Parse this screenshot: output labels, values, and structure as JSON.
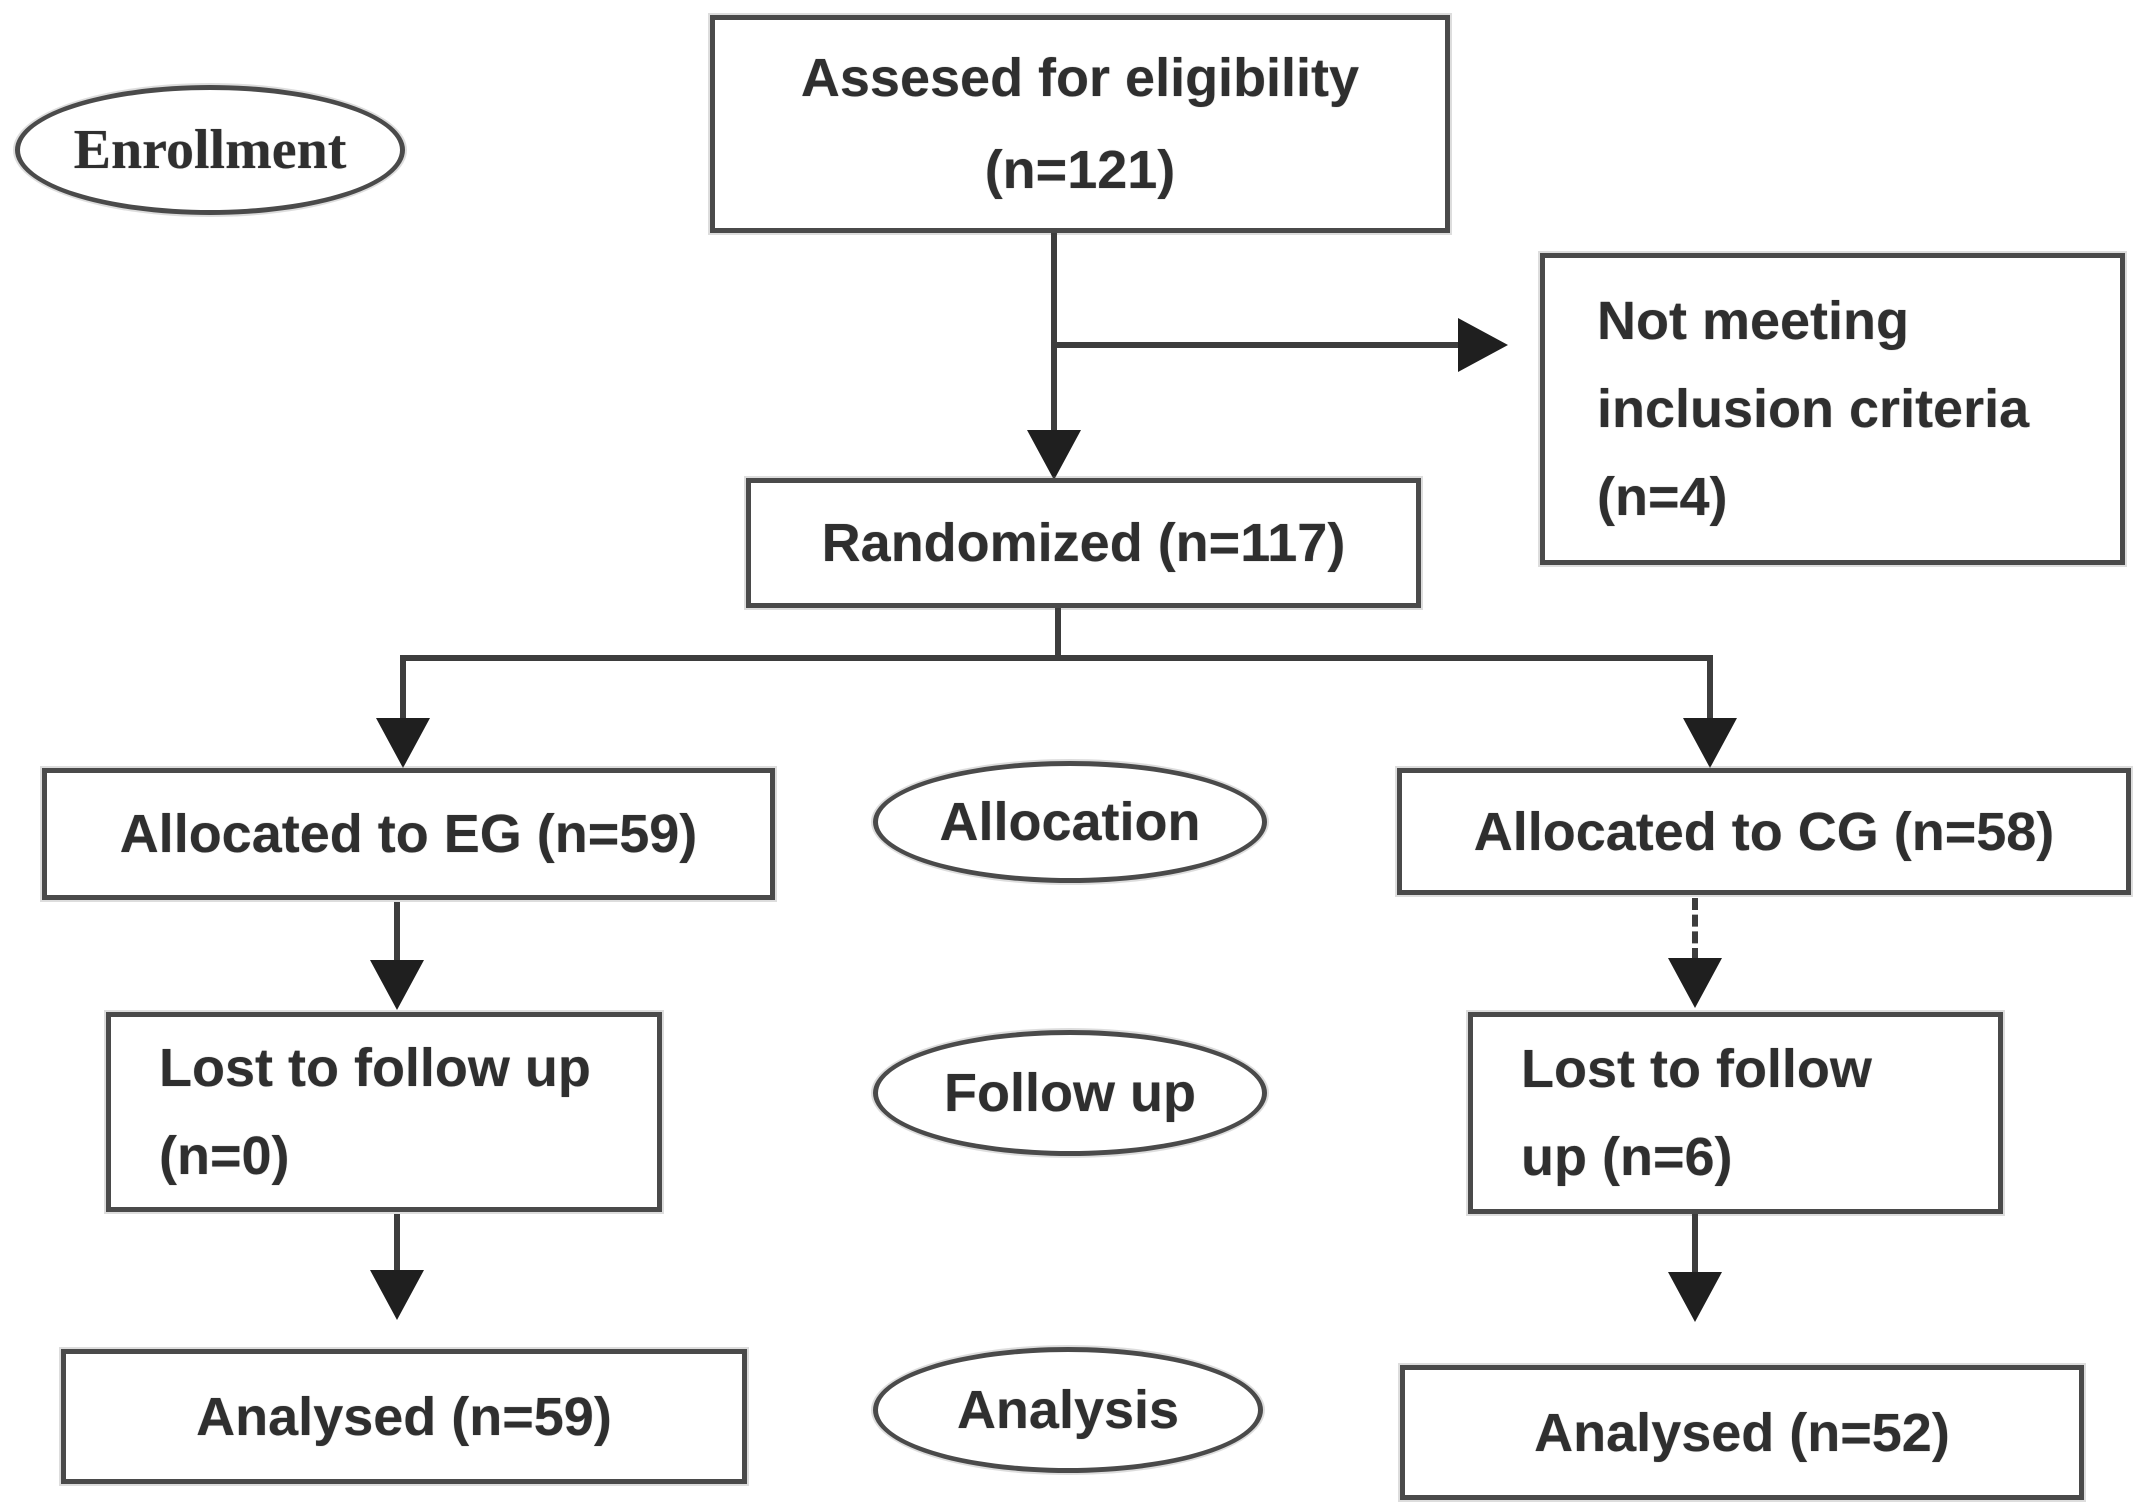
{
  "colors": {
    "ink": "#2f2f2f",
    "line": "#3d3d3d",
    "border": "#4a4a4a",
    "arrow": "#1f1f1f",
    "background": "#ffffff"
  },
  "stages": {
    "enrollment": "Enrollment",
    "allocation": "Allocation",
    "followup": "Follow up",
    "analysis": "Analysis"
  },
  "boxes": {
    "assessed": {
      "line1": "Assesed for eligibility",
      "line2": "(n=121)"
    },
    "not_meeting": {
      "line1": "Not meeting",
      "line2": "inclusion criteria",
      "line3": "(n=4)"
    },
    "randomized": {
      "label": "Randomized (n=117)"
    },
    "allocated_eg": {
      "label": "Allocated to EG (n=59)"
    },
    "allocated_cg": {
      "label": "Allocated to CG (n=58)"
    },
    "lost_eg": {
      "line1": "Lost to follow up",
      "line2": "(n=0)"
    },
    "lost_cg": {
      "line1": "Lost to follow",
      "line2": "up (n=6)"
    },
    "analysed_eg": {
      "label": "Analysed (n=59)"
    },
    "analysed_cg": {
      "label": "Analysed (n=52)"
    }
  }
}
